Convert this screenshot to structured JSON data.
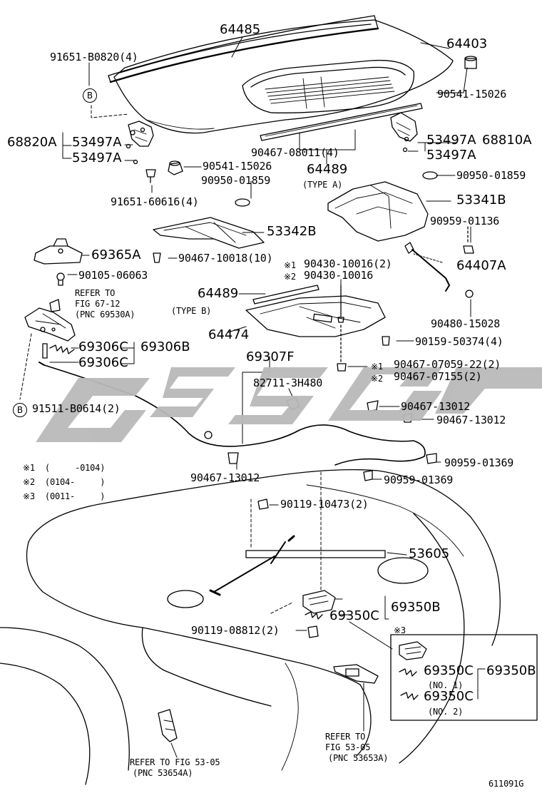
{
  "labels": {
    "p64485": "64485",
    "p64403": "64403",
    "p91651_b0820": "91651-B0820(4)",
    "b_ref": "B",
    "p90541_15026_a": "90541-15026",
    "p68820a": "68820A",
    "p53497a_1": "53497A",
    "p53497a_2": "53497A",
    "p53497a_3": "53497A",
    "p53497a_4": "53497A",
    "p68810a": "68810A",
    "p90467_08011": "90467-08011(4)",
    "p90541_15026_b": "90541-15026",
    "p64489_a": "64489",
    "type_a": "(TYPE A)",
    "p90950_01859_a": "90950-01859",
    "p90950_01859_b": "90950-01859",
    "p91651_60616": "91651-60616(4)",
    "p53341b": "53341B",
    "p90959_01136": "90959-01136",
    "p53342b": "53342B",
    "p69365a": "69365A",
    "p90467_10018": "90467-10018(10)",
    "mark1": "※1",
    "mark2": "※2",
    "mark3": "※3",
    "p90430_10016_2": "90430-10016(2)",
    "p90430_10016": "90430-10016",
    "p64407a": "64407A",
    "p90105_06063": "90105-06063",
    "refer_to": "REFER TO",
    "fig_67_12": "FIG 67-12",
    "pnc_69530a": "(PNC 69530A)",
    "p64489_b": "64489",
    "type_b": "(TYPE B)",
    "p90480_15028": "90480-15028",
    "p64474": "64474",
    "p90159_50374": "90159-50374(4)",
    "p69306c_1": "69306C",
    "p69306b": "69306B",
    "p69306c_2": "69306C",
    "p69307f": "69307F",
    "p90467_07059": "90467-07059-22(2)",
    "p82711_3h480": "82711-3H480",
    "p90467_07155": "90467-07155(2)",
    "p91511_b0614": "91511-B0614(2)",
    "p90467_13012_a": "90467-13012",
    "p90467_13012_b": "90467-13012",
    "legend1": "※1  (     -0104)",
    "legend2": "※2  (0104-     )",
    "legend3": "※3  (0011-     )",
    "p90467_13012_c": "90467-13012",
    "p90959_01369_a": "90959-01369",
    "p90959_01369_b": "90959-01369",
    "p90119_10473": "90119-10473(2)",
    "p53605": "53605",
    "p69350b_a": "69350B",
    "p69350c_a": "69350C",
    "p90119_08812": "90119-08812(2)",
    "p69350c_b": "69350C",
    "p69350b_b": "69350B",
    "no1": "(NO. 1)",
    "p69350c_c": "69350C",
    "no2": "(NO. 2)",
    "refer_to_2": "REFER TO",
    "fig_53_05": "FIG 53-05",
    "pnc_53653a": "(PNC 53653A)",
    "refer_to_fig_53_05": "REFER TO FIG 53-05",
    "pnc_53654a": "(PNC 53654A)",
    "figure_code": "611091G"
  },
  "watermark": {
    "color": "#b9b9b9"
  }
}
